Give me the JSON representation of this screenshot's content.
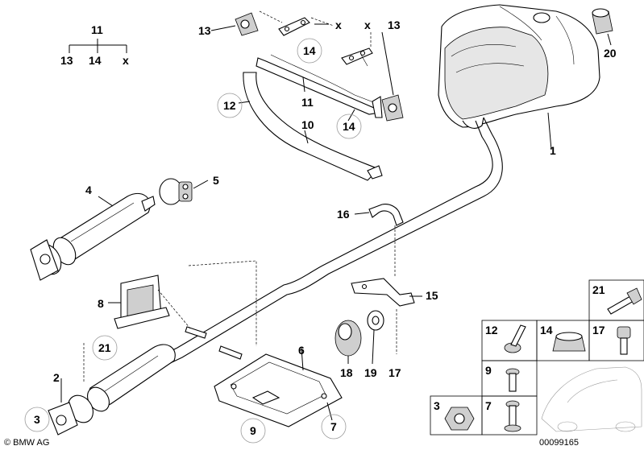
{
  "callouts": {
    "c1": "1",
    "c2": "2",
    "c3a": "3",
    "c4": "4",
    "c5": "5",
    "c6": "6",
    "c7a": "7",
    "c8": "8",
    "c9a": "9",
    "c10": "10",
    "c11a": "11",
    "c11b": "11",
    "c12a": "12",
    "c13a": "13",
    "c13b": "13",
    "c13c": "13",
    "c14a": "14",
    "c14b": "14",
    "c14c": "14",
    "c15": "15",
    "c16": "16",
    "c17a": "17",
    "c18": "18",
    "c19": "19",
    "c20": "20",
    "c21a": "21",
    "cxa": "x",
    "cxb": "x",
    "cxc": "x"
  },
  "legend_set": {
    "top": "11",
    "items": [
      "13",
      "14",
      "x"
    ]
  },
  "hardware_panel": {
    "cells": {
      "c21": "21",
      "c12": "12",
      "c14": "14",
      "c17": "17",
      "c9": "9",
      "c3": "3",
      "c7": "7"
    }
  },
  "footer": {
    "copyright": "© BMW AG",
    "image_number": "00099165"
  }
}
